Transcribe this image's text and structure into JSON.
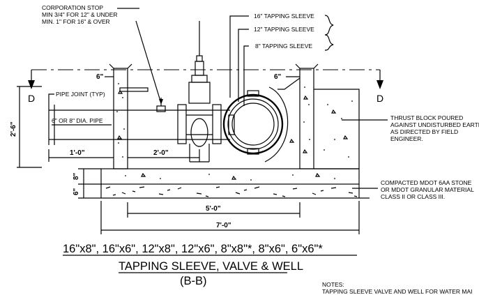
{
  "callouts": {
    "corp_stop_1": "CORPORATION STOP",
    "corp_stop_2": "MIN 3/4\" FOR 12\" & UNDER",
    "corp_stop_3": "MIN. 1\" FOR 16\" & OVER",
    "sleeve_16": "16\" TAPPING SLEEVE",
    "sleeve_12": "12\" TAPPING SLEEVE",
    "sleeve_8": "8\" TAPPING SLEEVE",
    "pipe_joint": "PIPE JOINT (TYP)",
    "pipe_dia": "6\" OR 8\" DIA. PIPE",
    "thrust_1": "THRUST BLOCK POURED",
    "thrust_2": "AGAINST UNDISTURBED EARTH",
    "thrust_3": "AS DIRECTED BY FIELD",
    "thrust_4": "ENGINEER.",
    "stone_1": "COMPACTED MDOT 6AA STONE",
    "stone_2": "OR MDOT GRANULAR MATERIAL",
    "stone_3": "CLASS II OR CLASS III."
  },
  "dimensions": {
    "wall_left": "6\"",
    "wall_right": "6\"",
    "height": "2'-6\"",
    "one_foot": "1'-0\"",
    "two_foot": "2'-0\"",
    "base_8": "8\"",
    "base_6": "6\"",
    "five_foot": "5'-0\"",
    "seven_foot": "7'-0\""
  },
  "section": {
    "left": "D",
    "right": "D"
  },
  "title": {
    "line1": "16\"x8\", 16\"x6\", 12\"x8\", 12\"x6\", 8\"x8\"*, 8\"x6\", 6\"x6\"*",
    "line2": "TAPPING SLEEVE, VALVE & WELL",
    "line3": "(B-B)"
  },
  "notes": {
    "heading": "NOTES:",
    "line1": "TAPPING SLEEVE VALVE AND WELL FOR WATER MAI"
  }
}
